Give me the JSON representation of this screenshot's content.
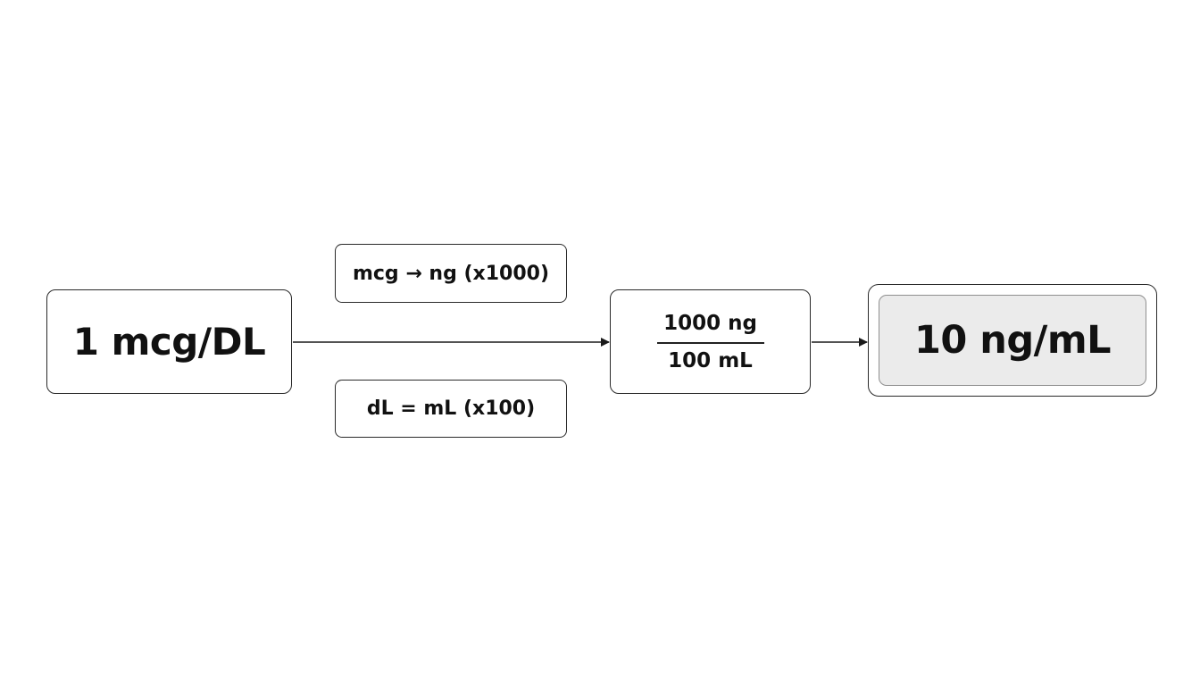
{
  "diagram": {
    "start": {
      "label": "1 mcg/DL"
    },
    "steps": [
      {
        "label": "mcg → ng (x1000)"
      },
      {
        "label": "dL = mL (x100)"
      }
    ],
    "fraction": {
      "numerator": "1000 ng",
      "denominator": "100 mL"
    },
    "result": {
      "label": "10 ng/mL"
    }
  }
}
